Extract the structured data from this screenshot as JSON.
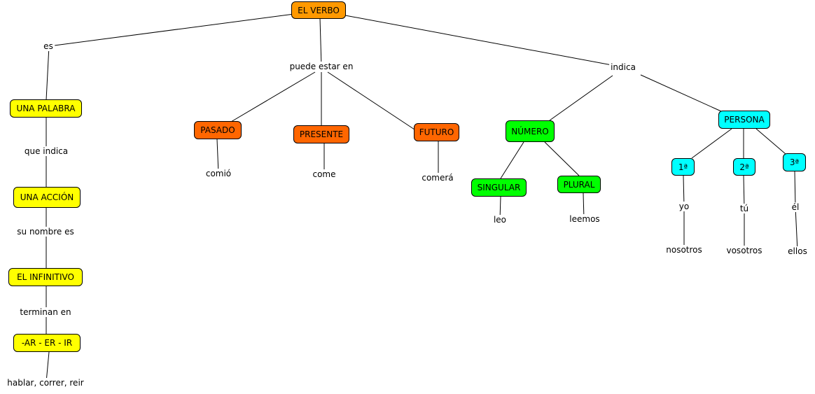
{
  "colors": {
    "root": "#ff9900",
    "yellow": "#ffff00",
    "tense": "#ff6600",
    "green": "#00ff00",
    "cyan": "#00ffff",
    "line": "#000000"
  },
  "nodes": {
    "root": "EL VERBO",
    "una_palabra": "UNA PALABRA",
    "una_accion": "UNA ACCIÓN",
    "el_infinitivo": "EL INFINITIVO",
    "endings": "-AR - ER - IR",
    "pasado": "PASADO",
    "presente": "PRESENTE",
    "futuro": "FUTURO",
    "numero": "NÚMERO",
    "singular": "SINGULAR",
    "plural": "PLURAL",
    "persona": "PERSONA",
    "p1": "1ª",
    "p2": "2ª",
    "p3": "3ª"
  },
  "labels": {
    "es": "es",
    "puede_estar_en": "puede estar en",
    "indica": "indica",
    "que_indica": "que indica",
    "su_nombre_es": "su nombre es",
    "terminan_en": "terminan en",
    "hablar": "hablar, correr, reir",
    "comio": "comió",
    "come": "come",
    "comera": "comerá",
    "leo": "leo",
    "leemos": "leemos",
    "yo": "yo",
    "nosotros": "nosotros",
    "tu": "tú",
    "vosotros": "vosotros",
    "el": "él",
    "ellos": "ellos"
  }
}
